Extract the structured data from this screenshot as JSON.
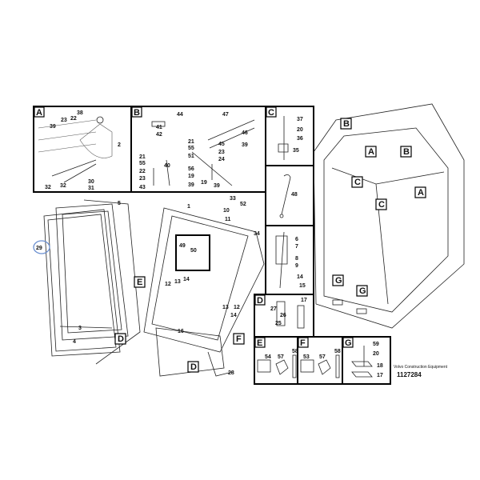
{
  "panels": {
    "A": "A",
    "B": "B",
    "C": "C",
    "D": "D",
    "E": "E",
    "F": "F",
    "G": "G"
  },
  "callouts": {
    "A": [
      "39",
      "23",
      "22",
      "38",
      "2",
      "32",
      "32",
      "30",
      "31"
    ],
    "B": [
      "44",
      "47",
      "41",
      "42",
      "21",
      "55",
      "51",
      "46",
      "39",
      "45",
      "23",
      "24",
      "21",
      "55",
      "22",
      "23",
      "43",
      "40",
      "56",
      "19",
      "39",
      "19",
      "39"
    ],
    "C": [
      "37",
      "20",
      "36",
      "35"
    ],
    "rod": [
      "48"
    ],
    "strut": [
      "6",
      "7",
      "8",
      "9",
      "14",
      "15"
    ],
    "main": [
      "5",
      "1",
      "33",
      "52",
      "10",
      "11",
      "34",
      "49",
      "50",
      "12",
      "13",
      "14",
      "29",
      "3",
      "4",
      "16",
      "28",
      "13",
      "12",
      "14"
    ],
    "D": [
      "27",
      "26",
      "17",
      "25"
    ],
    "E": [
      "54",
      "57",
      "58"
    ],
    "F": [
      "53",
      "57",
      "58"
    ],
    "G": [
      "59",
      "20",
      "18",
      "17"
    ]
  },
  "footer": {
    "company": "Volvo Construction Equipment",
    "drawing_number": "1127284"
  }
}
